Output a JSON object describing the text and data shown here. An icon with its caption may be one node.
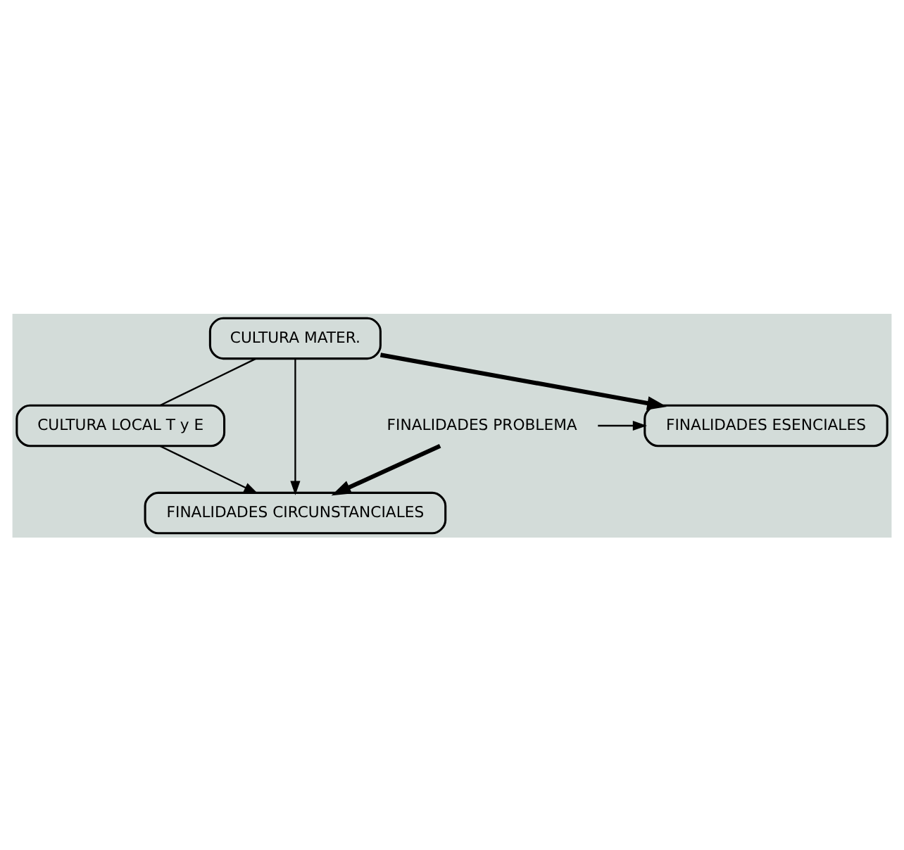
{
  "diagram": {
    "nodes": [
      {
        "text": [
          "CULTURA MATER."
        ]
      },
      {
        "text": [
          "FINALIDADES ESENCIALES"
        ]
      },
      {
        "text": [
          "CULTURA LOCAL T y E"
        ]
      },
      {
        "text": [
          "FINALIDADES CIRCUNSTANCIALES"
        ]
      },
      {
        "text": [
          "FINALIDADES PROBLEMA"
        ]
      }
    ],
    "edges": [
      {
        "from": 0,
        "to": 1,
        "arrow": "to",
        "style": "thick"
      },
      {
        "from": 0,
        "to": 2,
        "arrow": "none"
      },
      {
        "from": 0,
        "to": 3,
        "arrow": "to"
      },
      {
        "from": 2,
        "to": 3,
        "arrow": "to"
      },
      {
        "from": 4,
        "to": 1,
        "arrow": "to"
      },
      {
        "from": 4,
        "to": 3,
        "arrow": "to",
        "style": "thick"
      }
    ]
  }
}
